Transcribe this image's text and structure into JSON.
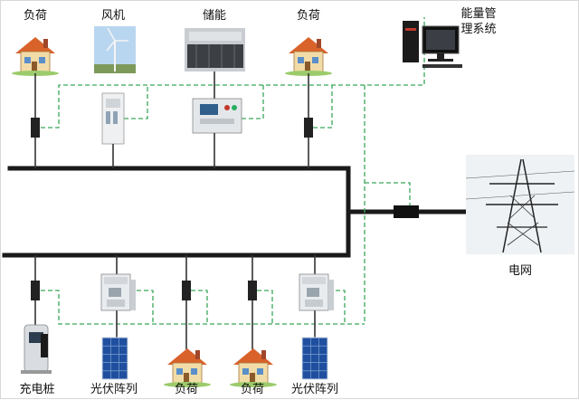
{
  "labels": {
    "load_top_left": "负荷",
    "wind": "风机",
    "storage": "储能",
    "load_top_right": "负荷",
    "ems_line1": "能量管",
    "ems_line2": "理系统",
    "grid": "电网",
    "charger": "充电桩",
    "pv_left": "光伏阵列",
    "load_bottom_1": "负荷",
    "load_bottom_2": "负荷",
    "pv_right": "光伏阵列"
  },
  "colors": {
    "bus": "#1a1a1a",
    "comm_line": "#3aa85a",
    "roof": "#d9622b",
    "wall": "#f1dca8",
    "panel": "#1f4f9e",
    "cabinet": "#e9ecef"
  }
}
